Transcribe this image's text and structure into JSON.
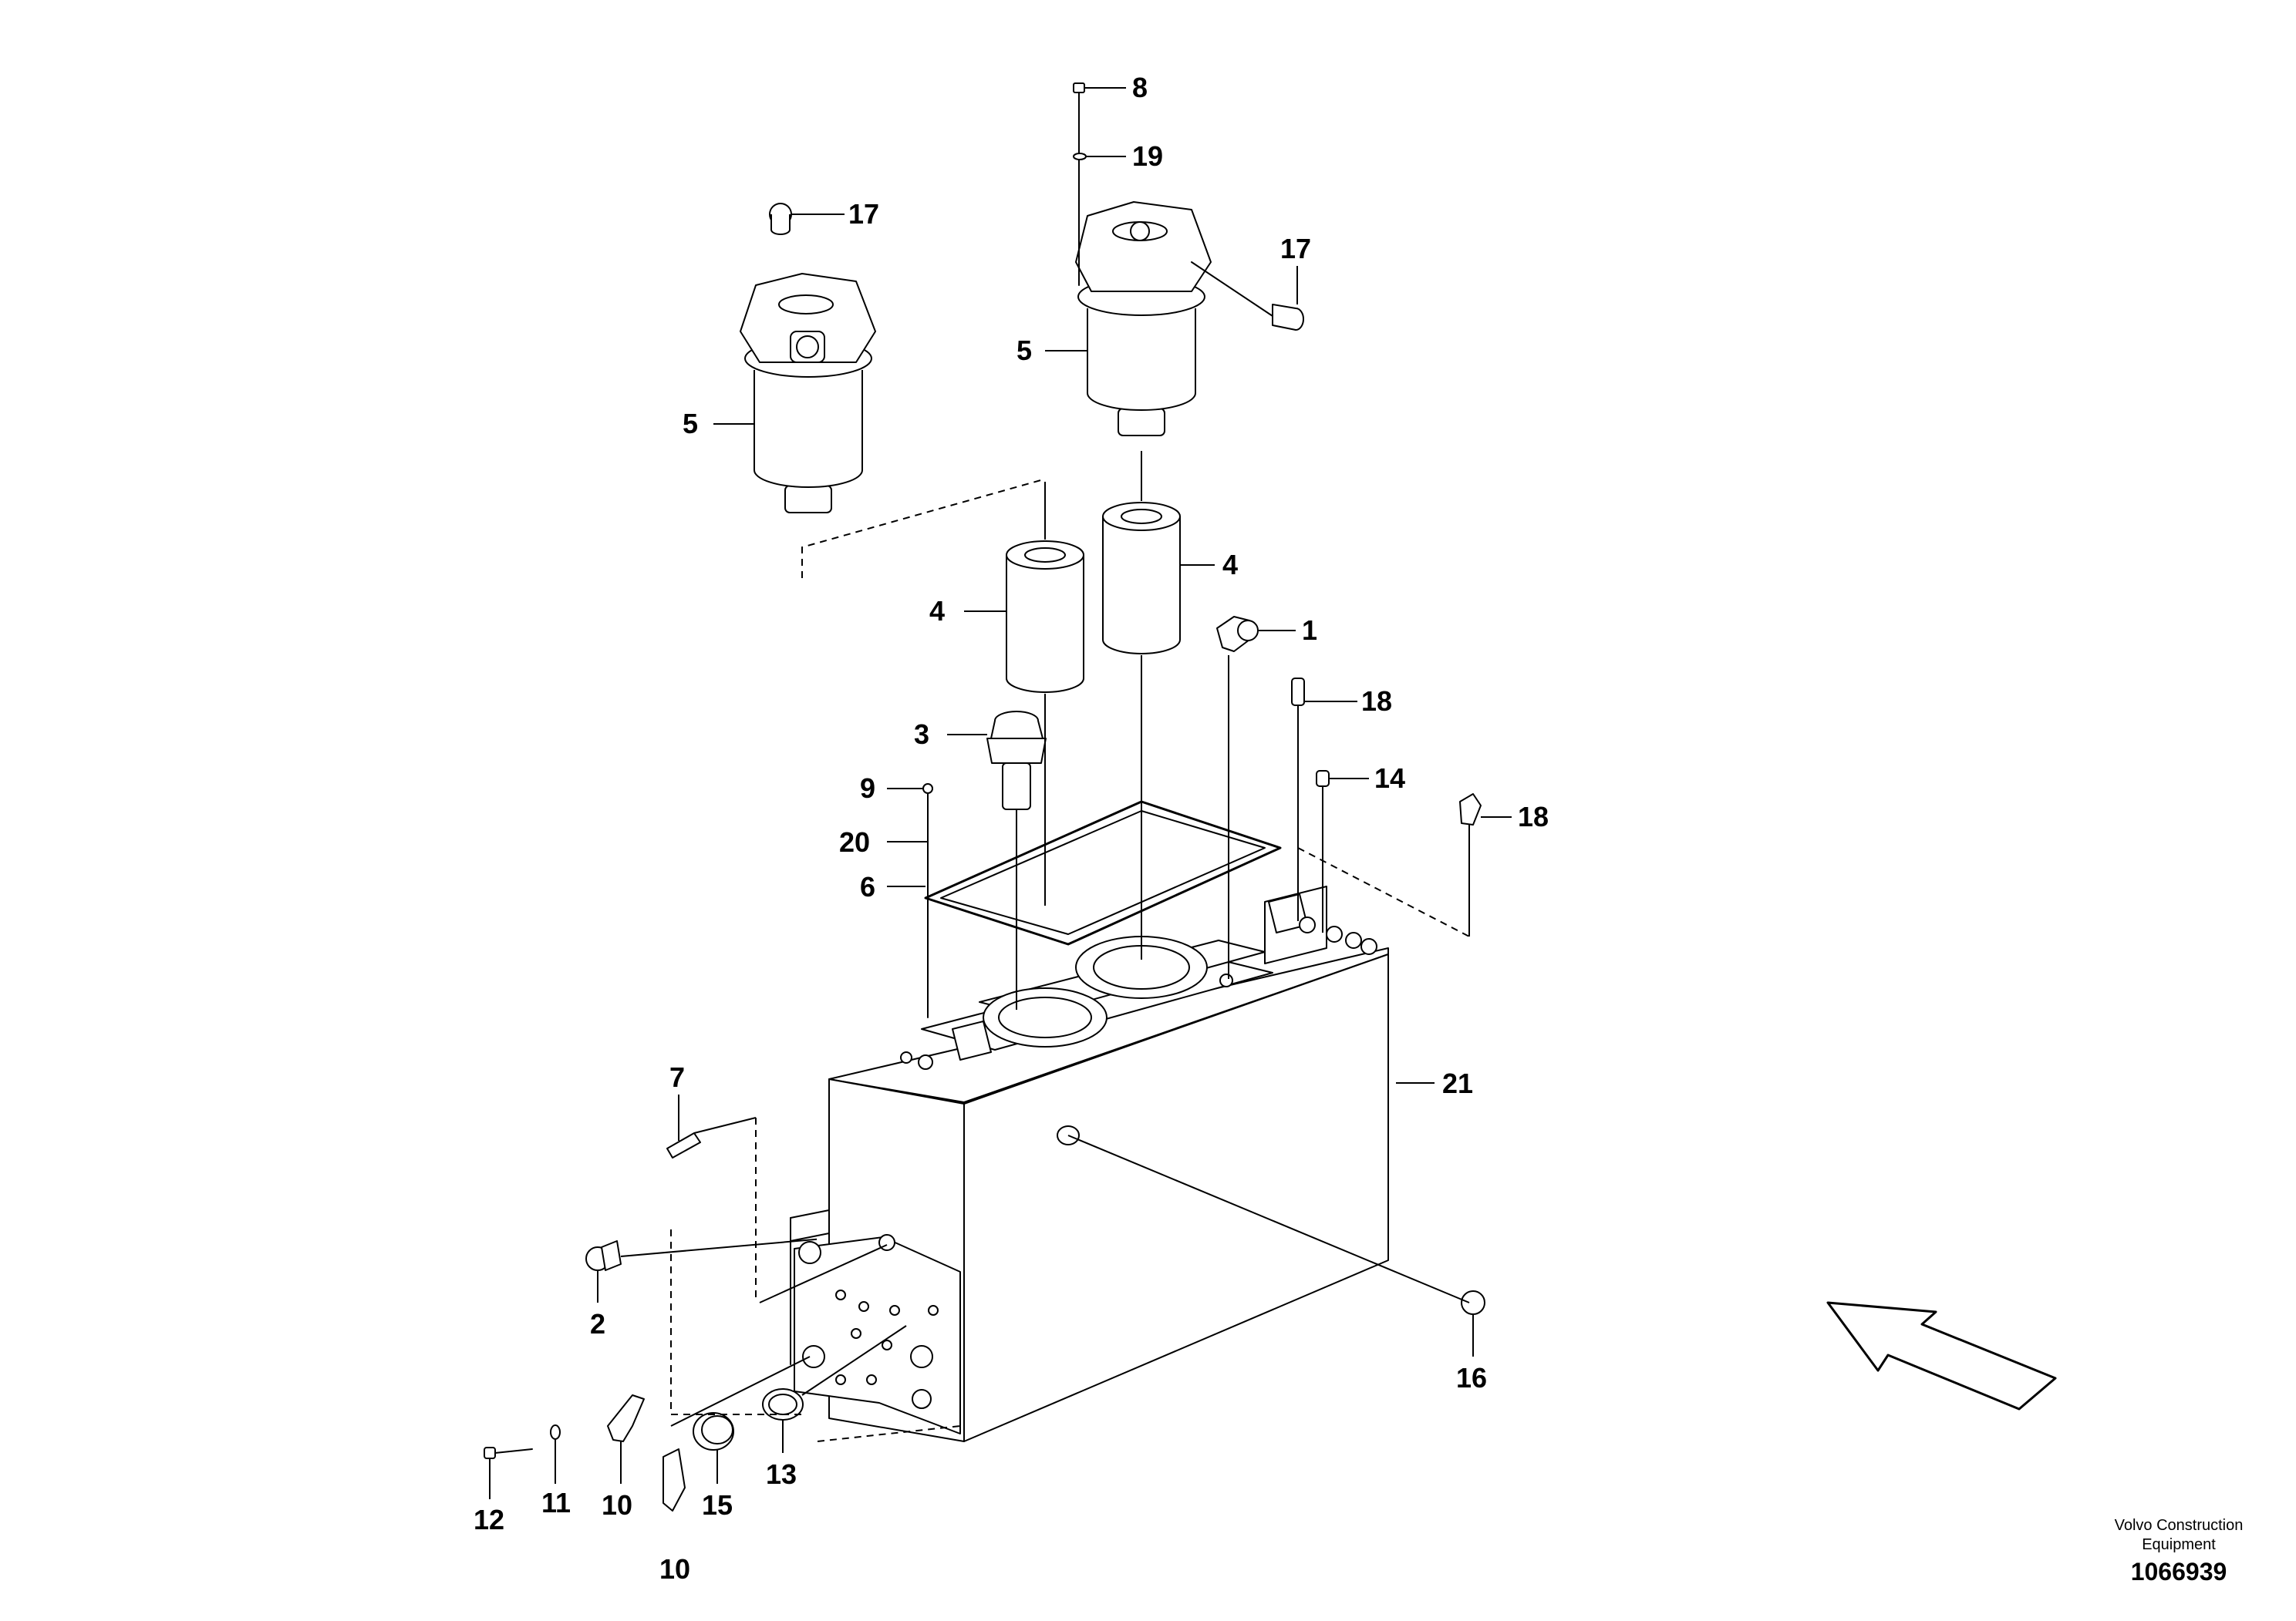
{
  "callouts": {
    "c1": "1",
    "c2": "2",
    "c3": "3",
    "c4a": "4",
    "c4b": "4",
    "c5a": "5",
    "c5b": "5",
    "c6": "6",
    "c7": "7",
    "c8": "8",
    "c9": "9",
    "c10a": "10",
    "c10b": "10",
    "c11": "11",
    "c12": "12",
    "c13": "13",
    "c14": "14",
    "c15": "15",
    "c16": "16",
    "c17a": "17",
    "c17b": "17",
    "c18a": "18",
    "c18b": "18",
    "c19": "19",
    "c20": "20",
    "c21": "21"
  },
  "footer": {
    "brand_line1": "Volvo Construction",
    "brand_line2": "Equipment",
    "figure_number": "1066939"
  },
  "icons": {
    "direction_arrow": "direction-arrow-icon"
  }
}
